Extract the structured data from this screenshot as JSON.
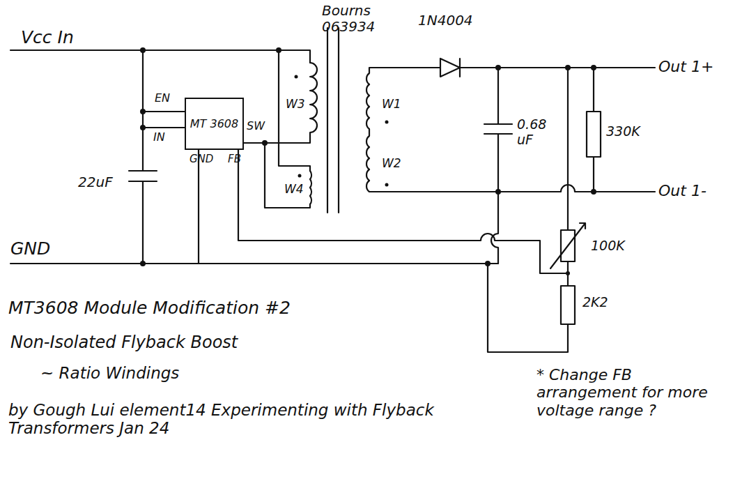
{
  "diagram": {
    "title": "MT3608 Module Modification #2",
    "nodes": [
      {
        "text": [
          "MT 3608"
        ]
      }
    ],
    "labels": [
      "Vcc In",
      "GND",
      "EN",
      "IN",
      "SW",
      "GND",
      "FB",
      "22uF",
      "Bourns 063934",
      "1N4004",
      "W3",
      "W4",
      "W1",
      "W2",
      "0.68 uF",
      "330K",
      "Out 1+",
      "Out 1-",
      "100K",
      "2K2",
      "Non-Isolated Flyback Boost",
      "~ Ratio Windings",
      "by Gough Lui element14 Experimenting with Flyback Transformers Jan 24",
      "* Change FB arrangement for more voltage range ?"
    ]
  }
}
